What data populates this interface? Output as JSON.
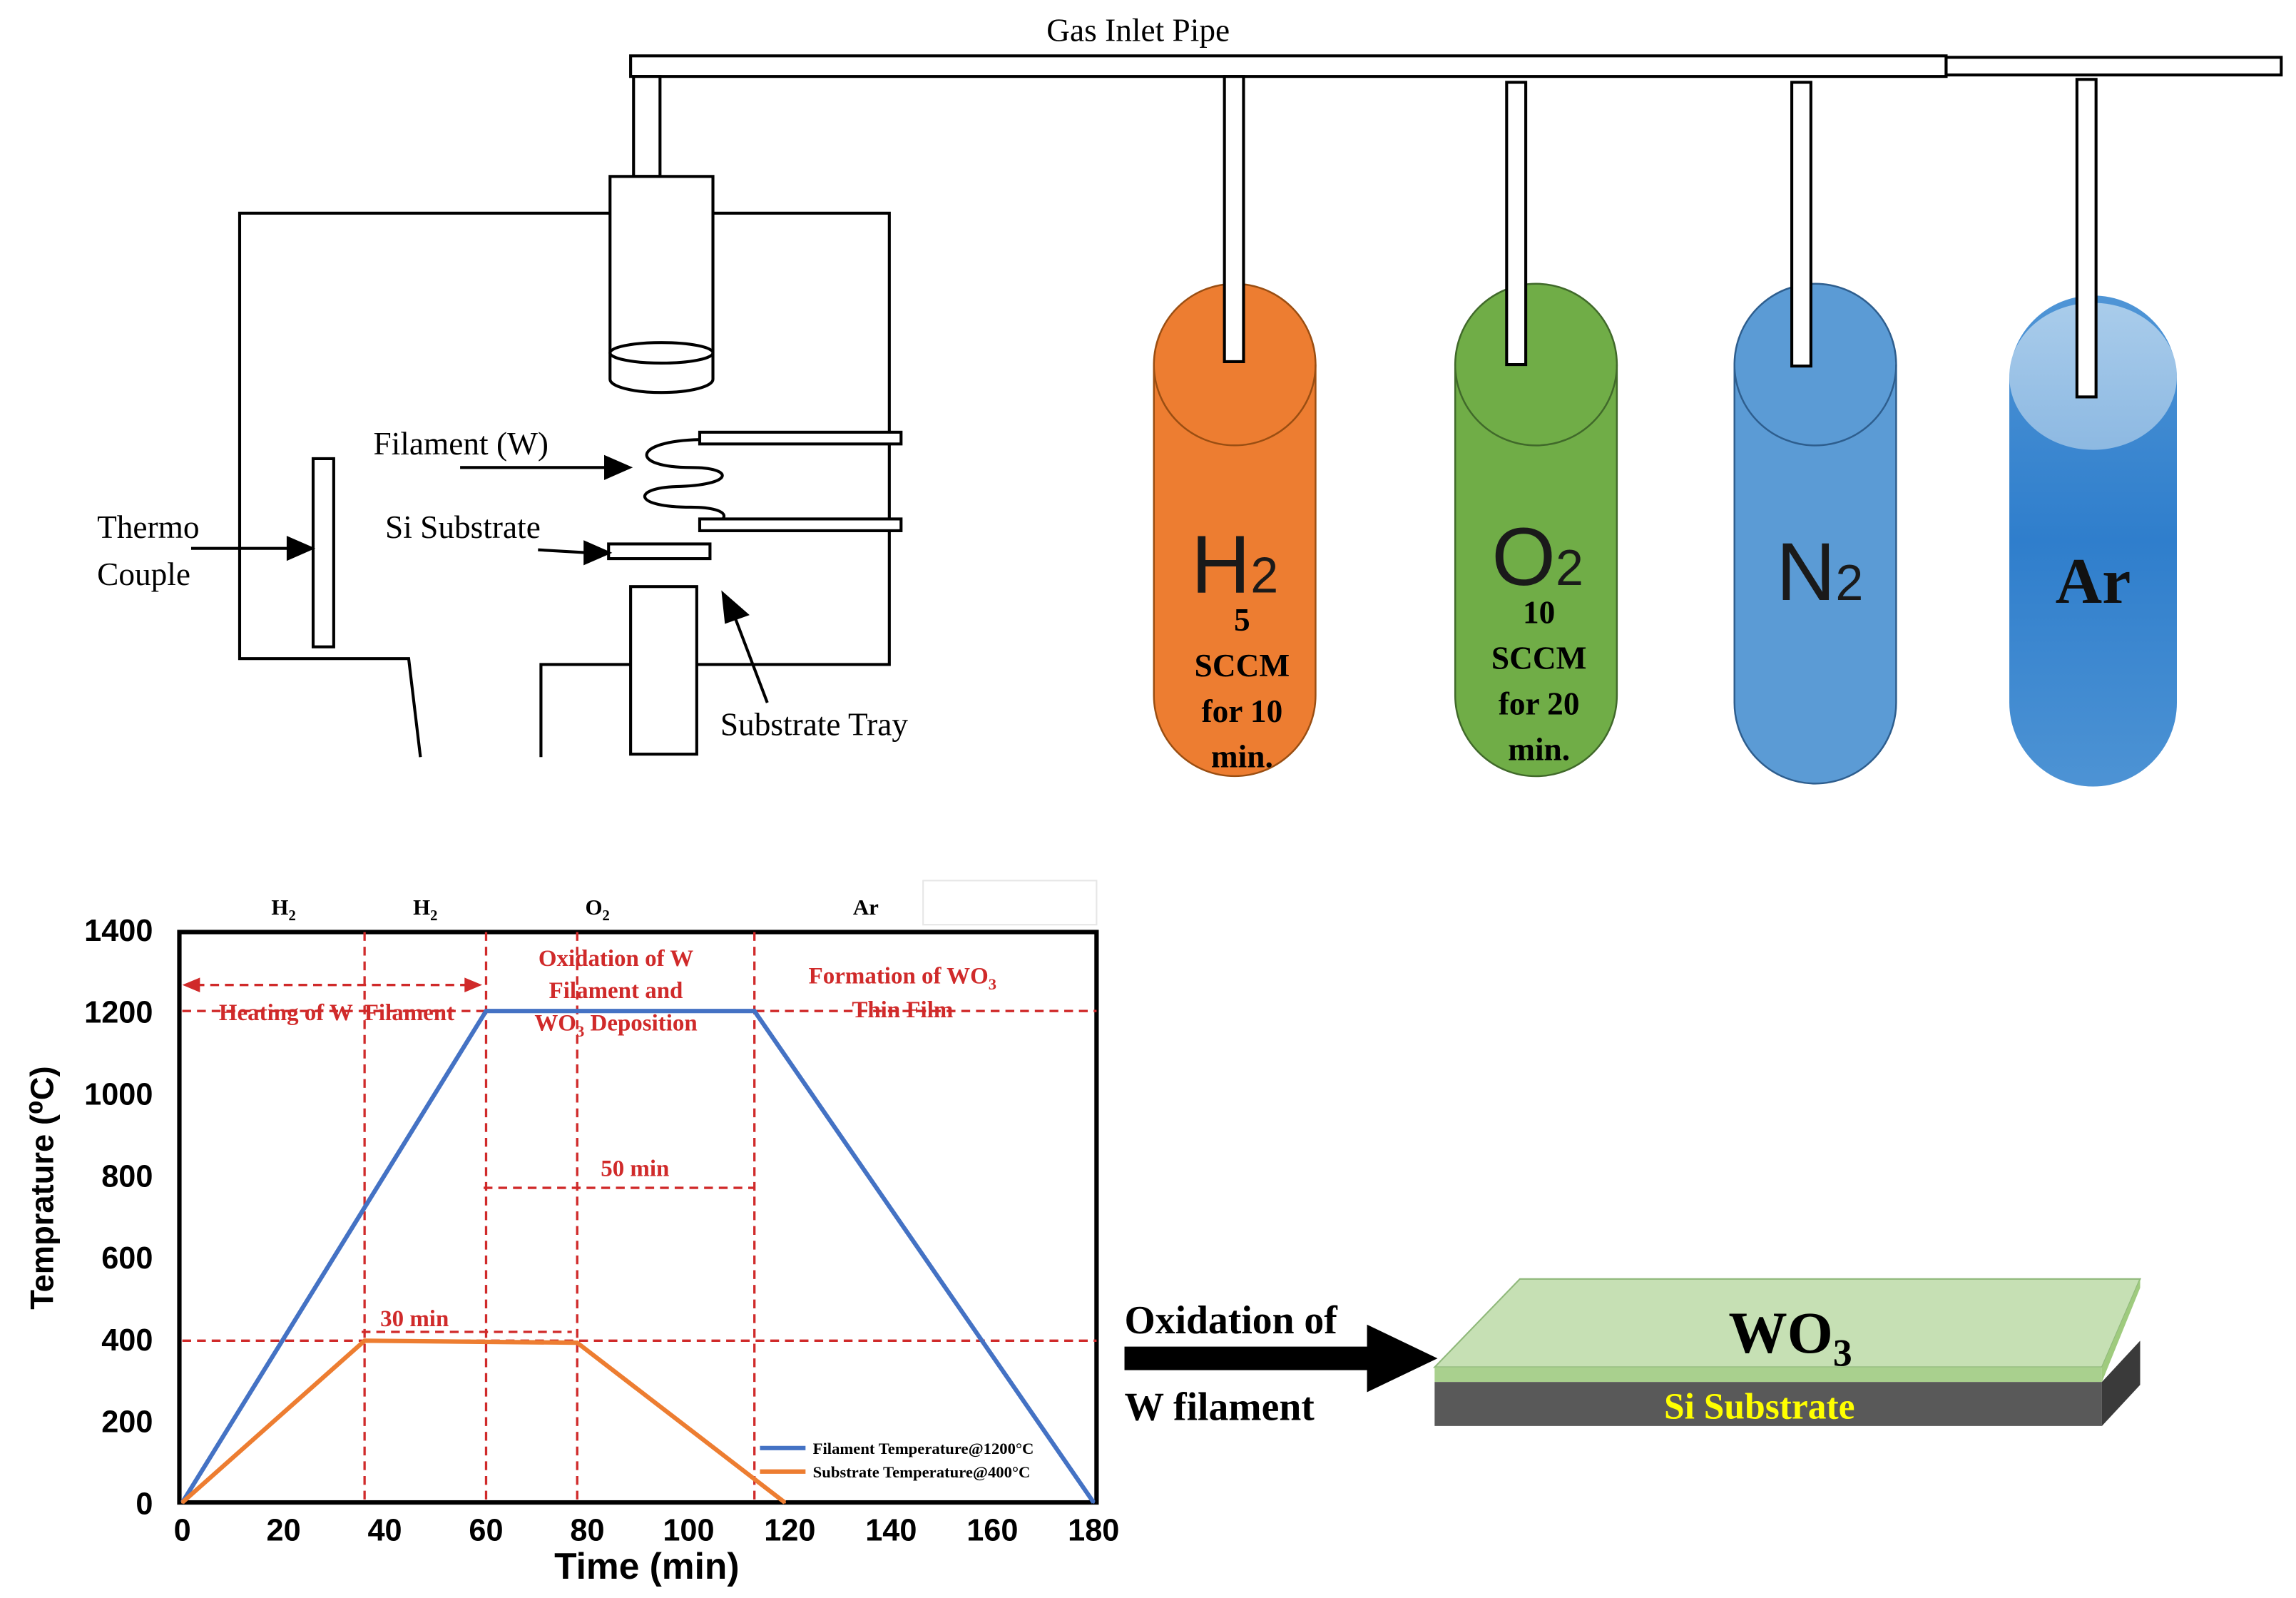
{
  "apparatus": {
    "gas_inlet_pipe": "Gas Inlet Pipe",
    "filament": "Filament (W)",
    "si_substrate": "Si Substrate",
    "thermo_line1": "Thermo",
    "thermo_line2": "Couple",
    "substrate_tray": "Substrate Tray"
  },
  "cylinders": [
    {
      "formula": "H",
      "subscript": "2",
      "lines": [
        "5",
        "SCCM",
        "for 10",
        "min."
      ],
      "color": "#ED7D31"
    },
    {
      "formula": "O",
      "subscript": "2",
      "lines": [
        "10",
        "SCCM",
        "for 20",
        "min."
      ],
      "color": "#70AD47"
    },
    {
      "formula": "N",
      "subscript": "2",
      "lines": [],
      "color": "#5B9BD5"
    },
    {
      "formula": "Ar",
      "subscript": "",
      "lines": [],
      "color": "#3E86CC"
    }
  ],
  "chart_data": {
    "type": "line",
    "xlabel": "Time (min)",
    "ylabel": "Temprature (⁰C)",
    "xlim": [
      0,
      180
    ],
    "ylim": [
      0,
      1400
    ],
    "xticks": [
      0,
      20,
      40,
      60,
      80,
      100,
      120,
      140,
      160,
      180
    ],
    "yticks": [
      0,
      200,
      400,
      600,
      800,
      1000,
      1200,
      1400
    ],
    "series": [
      {
        "name": "Filament Temperature@1200°C",
        "color": "#4472C4",
        "x": [
          0,
          60,
          113,
          180
        ],
        "y": [
          0,
          1200,
          1200,
          0
        ]
      },
      {
        "name": "Substrate Temperature@400°C",
        "color": "#ED7D31",
        "x": [
          0,
          36,
          78,
          119
        ],
        "y": [
          0,
          395,
          390,
          0
        ]
      }
    ],
    "phase_headers": [
      {
        "label": "H",
        "sub": "2",
        "x": 20
      },
      {
        "label": "H",
        "sub": "2",
        "x": 48
      },
      {
        "label": "O",
        "sub": "2",
        "x": 82
      },
      {
        "label": "Ar",
        "sub": "",
        "x": 135
      }
    ],
    "phase_dividers_x": [
      36,
      60,
      78,
      113
    ],
    "ref_lines_y": [
      1200,
      395
    ],
    "annotations": {
      "heating": "Heating of W  Filament",
      "oxidation_l1": "Oxidation of W",
      "oxidation_l2": "Filament and",
      "oxidation_l3a": "WO",
      "oxidation_l3sub": "3",
      "oxidation_l3b": " Deposition",
      "formation_l1a": "Formation of WO",
      "formation_l1sub": "3",
      "formation_l2": "Thin Film",
      "min50": "50 min",
      "min30": "30 min"
    }
  },
  "result": {
    "arrow_l1": "Oxidation of",
    "arrow_l2": "W filament",
    "film": "WO",
    "film_sub": "3",
    "substrate": "Si Substrate"
  }
}
